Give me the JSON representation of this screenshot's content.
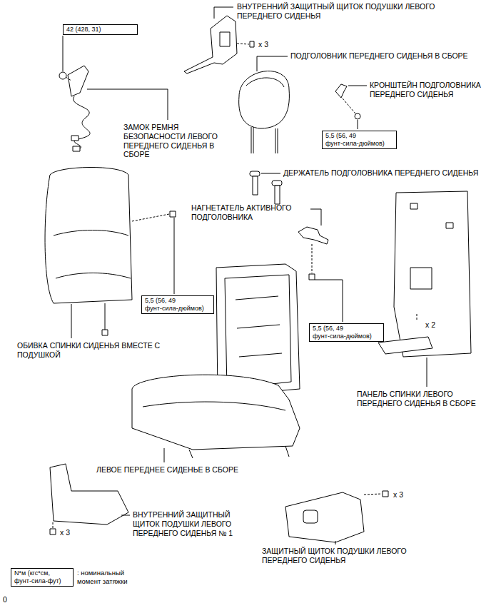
{
  "diagram": {
    "nodes": [
      {
        "text": [
          "42 (428, 31)"
        ]
      },
      {
        "text": [
          "5,5 (56, 49 фунт-сила-дюймов)"
        ]
      },
      {
        "text": [
          "5,5 (56, 49 фунт-сила-дюймов)"
        ]
      },
      {
        "text": [
          "5,5 (56, 49 фунт-сила-дюймов)"
        ]
      },
      {
        "text": [
          "N*м (кгс*см, фунт-сила-фут)"
        ]
      }
    ],
    "labels": [
      "ВНУТРЕННИЙ ЗАЩИТНЫЙ ЩИТОК ПОДУШКИ ЛЕВОГО ПЕРЕДНЕГО СИДЕНЬЯ",
      "x 3",
      "ПОДГОЛОВНИК ПЕРЕДНЕГО СИДЕНЬЯ В СБОРЕ",
      "КРОНШТЕЙН ПОДГОЛОВНИКА ПЕРЕДНЕГО СИДЕНЬЯ",
      "ЗАМОК РЕМНЯ БЕЗОПАСНОСТИ ЛЕВОГО ПЕРЕДНЕГО СИДЕНЬЯ В СБОРЕ",
      "ДЕРЖАТЕЛЬ ПОДГОЛОВНИКА ПЕРЕДНЕГО СИДЕНЬЯ",
      "НАГНЕТАТЕЛЬ АКТИВНОГО ПОДГОЛОВНИКА",
      "ОБИВКА СПИНКИ СИДЕНЬЯ ВМЕСТЕ С ПОДУШКОЙ",
      "x 2",
      "ПАНЕЛЬ СПИНКИ ЛЕВОГО ПЕРЕДНЕГО СИДЕНЬЯ В СБОРЕ",
      "ЛЕВОЕ ПЕРЕДНЕЕ СИДЕНЬЕ В СБОРЕ",
      "x 3",
      "ВНУТРЕННИЙ ЗАЩИТНЫЙ ЩИТОК ПОДУШКИ ЛЕВОГО ПЕРЕДНЕГО СИДЕНЬЯ № 1",
      "x 3",
      "ЗАЩИТНЫЙ ЩИТОК ПОДУШКИ ЛЕВОГО ПЕРЕДНЕГО СИДЕНЬЯ",
      ": номинальный момент затяжки",
      "0"
    ]
  }
}
